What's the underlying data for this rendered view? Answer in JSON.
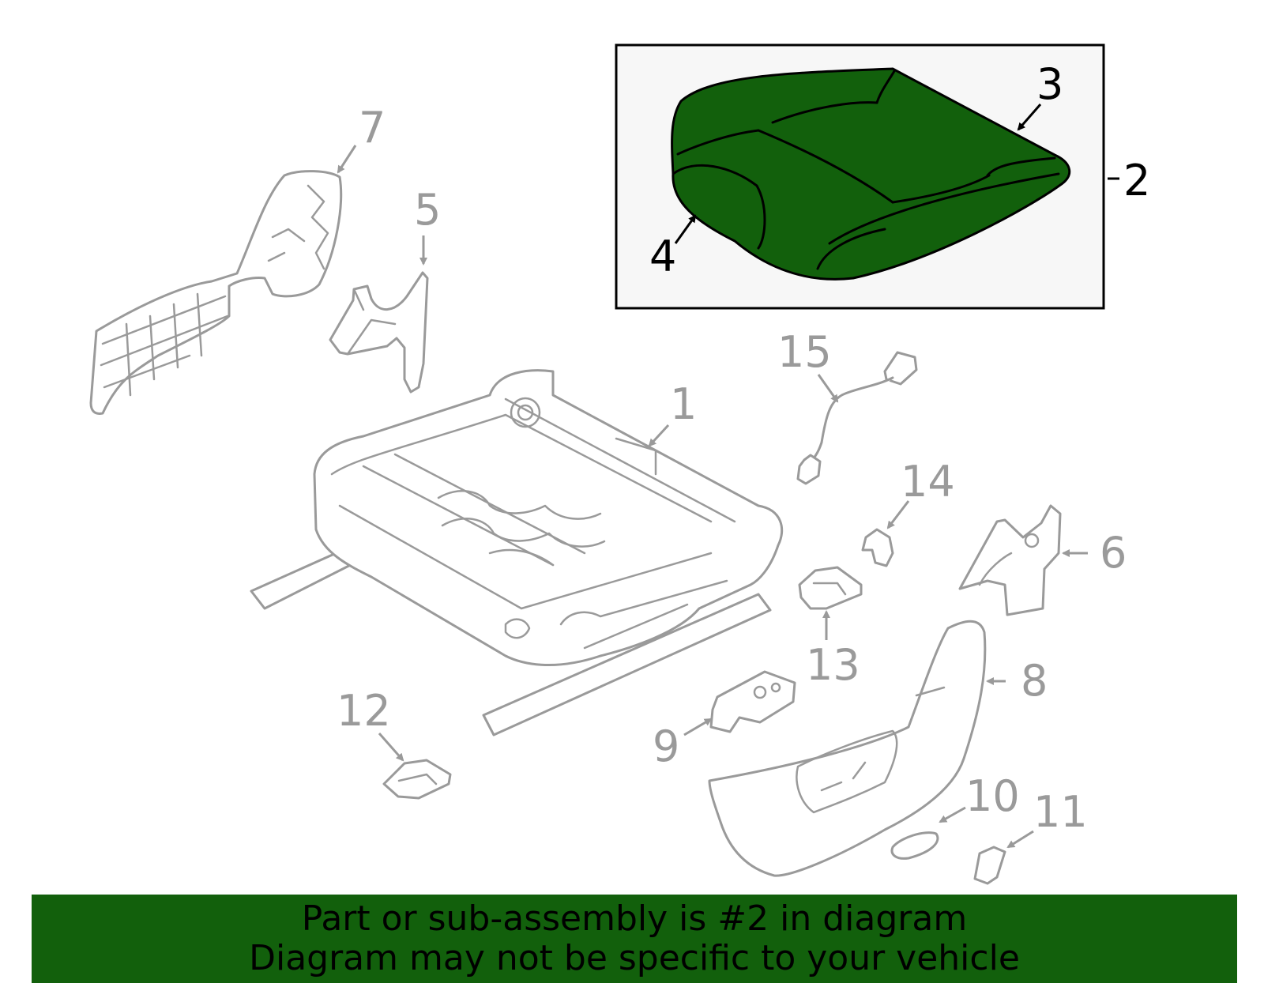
{
  "diagram": {
    "callouts": {
      "c1": "1",
      "c2": "2",
      "c3": "3",
      "c4": "4",
      "c5": "5",
      "c6": "6",
      "c7": "7",
      "c8": "8",
      "c9": "9",
      "c10": "10",
      "c11": "11",
      "c12": "12",
      "c13": "13",
      "c14": "14",
      "c15": "15"
    },
    "highlighted_part": "2",
    "highlight_color": "#12600c",
    "part_line_color": "#9a9a9a"
  },
  "banner": {
    "line1": "Part or sub-assembly is #2 in diagram",
    "line2": "Diagram may not be specific to your vehicle",
    "background": "#12600c"
  }
}
